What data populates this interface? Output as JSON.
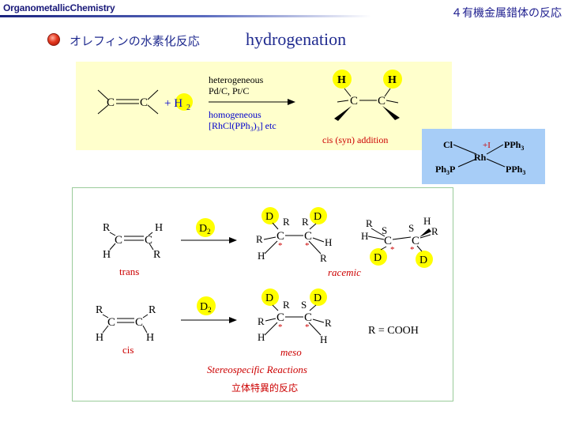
{
  "header": {
    "left_title": "OrganometallicChemistry",
    "right_title": "４有機金属錯体の反応"
  },
  "title": {
    "jp": "オレフィンの水素化反応",
    "en": "hydrogenation"
  },
  "top_reaction": {
    "reactant_c1": "C",
    "reactant_c2": "C",
    "plus_h2": "+ H",
    "h2_sub": "2",
    "conditions": [
      "heterogeneous",
      "Pd/C, Pt/C",
      "homogeneous",
      "[RhCl(PPh",
      "3",
      ")",
      "3",
      "] etc"
    ],
    "product_h1": "H",
    "product_h2": "H",
    "product_c1": "C",
    "product_c2": "C",
    "caption": "cis (syn) addition"
  },
  "catalyst": {
    "cl": "Cl",
    "pph3_top": "PPh",
    "pph3_top_sub": "3",
    "ox_state": "+I",
    "rh": "Rh",
    "ph3p": "Ph",
    "ph3p_sub": "3",
    "ph3p_p": "P",
    "pph3_bottom": "PPh",
    "pph3_bottom_sub": "3"
  },
  "stereo": {
    "trans_label": "trans",
    "cis_label": "cis",
    "reagent": "D",
    "reagent_sub": "2",
    "racemic_label": "racemic",
    "meso_label": "meso",
    "r_def": "R = COOH",
    "caption_en": "Stereospecific Reactions",
    "caption_jp": "立体特異的反応",
    "R": "R",
    "H": "H",
    "C": "C",
    "D": "D",
    "S": "S",
    "star": "*"
  },
  "colors": {
    "yellow_highlight": "#ffff00",
    "yellow_box": "#ffffcc",
    "blue_box": "#a7cdf7",
    "title_blue": "#1f2a8f",
    "text_blue": "#0000cc",
    "red": "#cc0000"
  }
}
